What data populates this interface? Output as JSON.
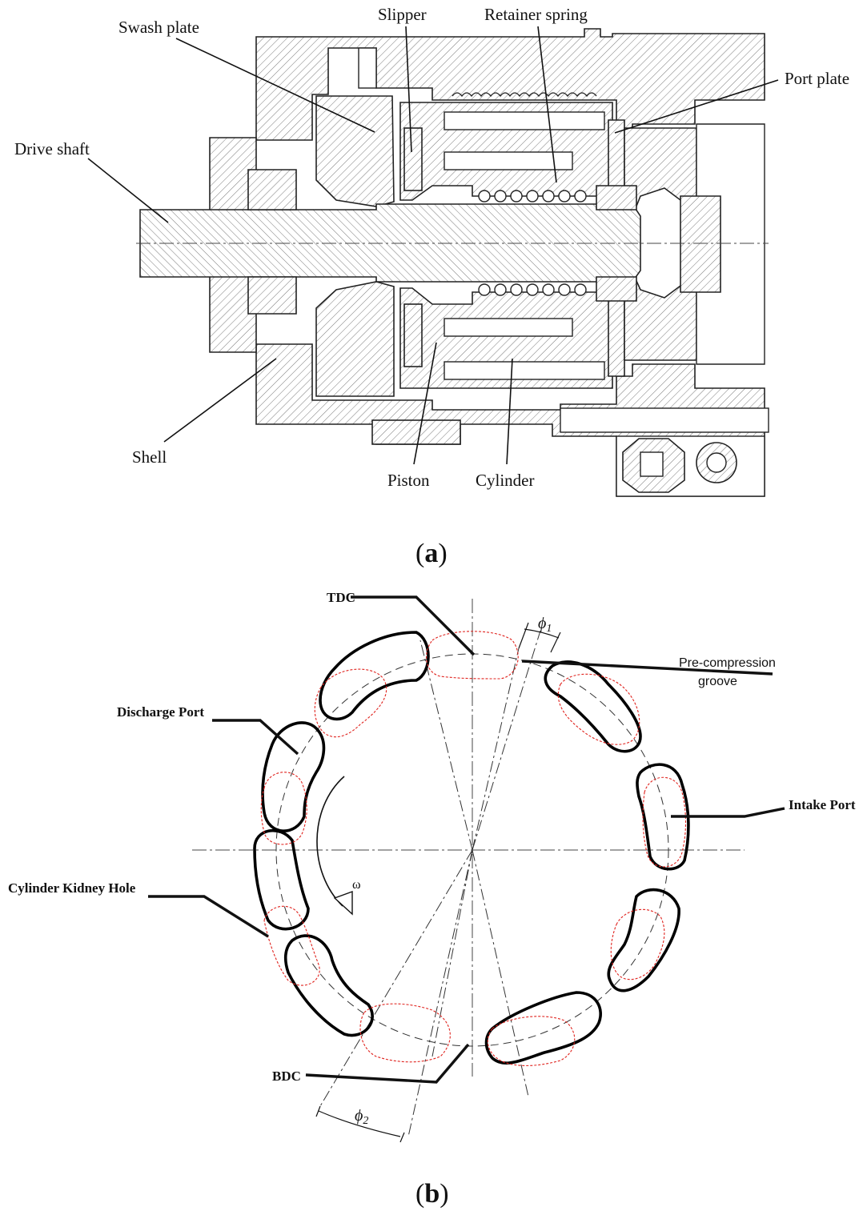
{
  "panel_a": {
    "caption_open": "(",
    "caption_letter": "a",
    "caption_close": ")",
    "labels": {
      "swash_plate": "Swash plate",
      "slipper": "Slipper",
      "retainer_spring": "Retainer spring",
      "port_plate": "Port plate",
      "drive_shaft": "Drive shaft",
      "shell": "Shell",
      "piston": "Piston",
      "cylinder": "Cylinder"
    }
  },
  "panel_b": {
    "caption_open": "(",
    "caption_letter": "b",
    "caption_close": ")",
    "labels": {
      "tdc": "TDC",
      "bdc": "BDC",
      "pre_compression_line1": "Pre-compression",
      "pre_compression_line2": "groove",
      "discharge_port": "Discharge Port",
      "intake_port": "Intake Port",
      "cylinder_kidney_hole": "Cylinder Kidney Hole",
      "omega": "ω",
      "phi1_base": "ϕ",
      "phi1_sub": "1",
      "phi2_base": "ϕ",
      "phi2_sub": "2"
    }
  },
  "colors": {
    "outline": "#000000",
    "hatch": "#555555",
    "kidney_hole": "#e0231e"
  }
}
